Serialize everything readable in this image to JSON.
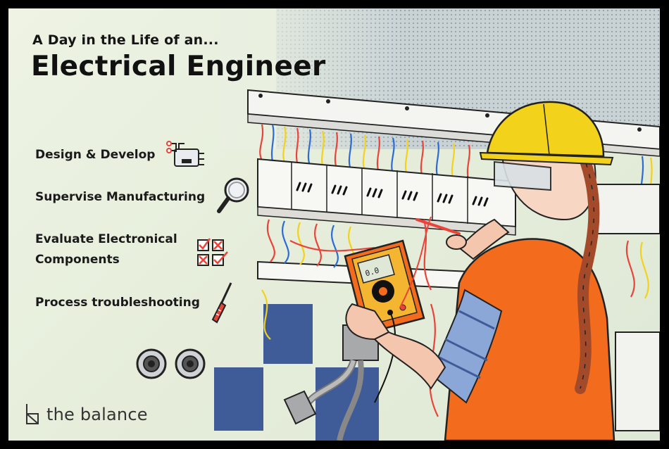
{
  "header": {
    "subtitle": "A Day in the Life of an...",
    "title": "Electrical Engineer"
  },
  "tasks": [
    {
      "label": "Design & Develop",
      "icon": "circuit-board-icon"
    },
    {
      "label": "Supervise Manufacturing",
      "icon": "magnifying-glass-icon"
    },
    {
      "label": "Evaluate Electronical Components",
      "icon": "checkbox-grid-icon"
    },
    {
      "label": "Process troubleshooting",
      "icon": "screwdriver-icon"
    }
  ],
  "illustration": {
    "multimeter_display": "0.0",
    "subject": "engineer-with-hard-hat-and-multimeter"
  },
  "brand": {
    "name": "the balance",
    "logo_icon": "balance-logo-icon"
  },
  "colors": {
    "background": "#e6eedb",
    "hard_hat": "#f2d21b",
    "safety_vest": "#f36b1c",
    "multimeter": "#f4b531",
    "tile_blue": "#3f5c98",
    "text": "#151515"
  }
}
